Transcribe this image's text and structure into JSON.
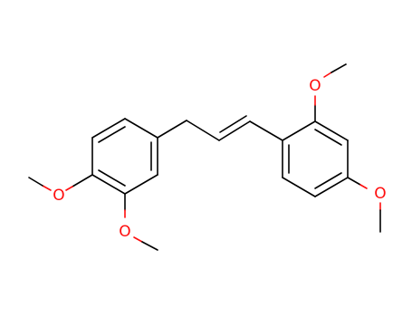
{
  "figure": {
    "background": "#ffffff",
    "bond_color": "#000000",
    "heteroatom_color": "#ff0d0d"
  },
  "atoms": {
    "o1": "O",
    "o2": "O",
    "o3": "O",
    "o4": "O"
  }
}
